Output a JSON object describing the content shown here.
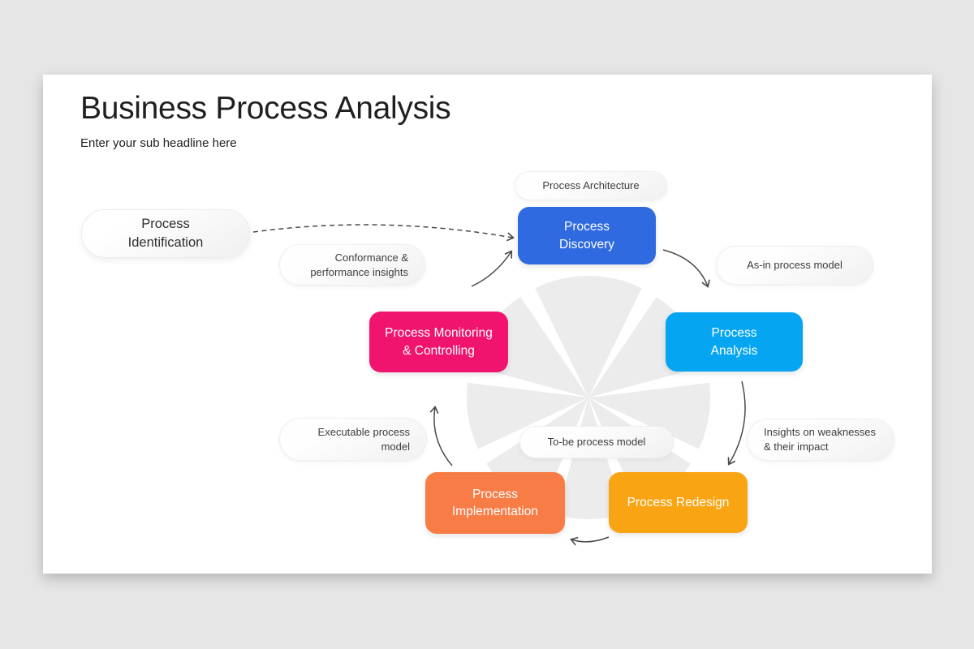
{
  "canvas": {
    "bg": "#e7e6e6",
    "slide_bg": "#ffffff"
  },
  "header": {
    "title": "Business Process Analysis",
    "subtitle": "Enter your sub headline here"
  },
  "nodes": {
    "identification": {
      "label": "Process\nIdentification"
    },
    "discovery": {
      "label": "Process\nDiscovery",
      "color": "#2f6ae0"
    },
    "analysis": {
      "label": "Process\nAnalysis",
      "color": "#06a5f2"
    },
    "redesign": {
      "label": "Process Redesign",
      "color": "#f9a412"
    },
    "implementation": {
      "label": "Process\nImplementation",
      "color": "#f87c46"
    },
    "monitoring": {
      "label": "Process Monitoring\n& Controlling",
      "color": "#f0146e"
    }
  },
  "annotations": {
    "architecture": "Process Architecture",
    "as_in": "As-in process model",
    "insights": "Insights on weaknesses\n& their impact",
    "to_be": "To-be process model",
    "executable": "Executable process\nmodel",
    "conformance": "Conformance &\nperformance insights"
  },
  "diagram": {
    "arrow_color": "#4a4a4a",
    "fan_color": "#ececec"
  }
}
